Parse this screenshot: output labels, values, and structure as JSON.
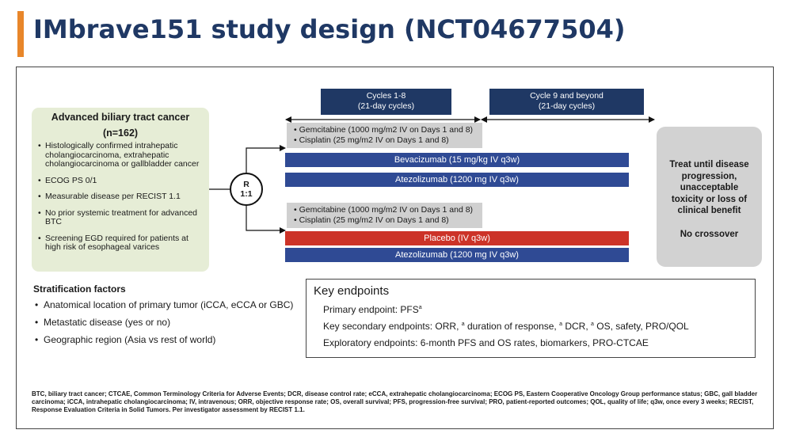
{
  "title": "IMbrave151 study design (NCT04677504)",
  "population": {
    "title": "Advanced biliary tract cancer",
    "n": "(n=162)",
    "criteria": [
      "Histologically confirmed intrahepatic cholangiocarcinoma, extrahepatic cholangiocarcinoma or gallbladder cancer",
      "ECOG PS 0/1",
      "Measurable disease per RECIST 1.1",
      "No prior systemic treatment for advanced BTC",
      "Screening EGD required for patients at high risk of esophageal varices"
    ]
  },
  "randomization": {
    "label": "R",
    "ratio": "1:1"
  },
  "cycles": [
    {
      "line1": "Cycles 1-8",
      "line2": "(21-day cycles)"
    },
    {
      "line1": "Cycle 9 and beyond",
      "line2": "(21-day cycles)"
    }
  ],
  "arms": [
    {
      "chemo": [
        "• Gemcitabine (1000 mg/m2 IV on Days 1 and 8)",
        "• Cisplatin (25 mg/m2 IV on Days 1 and 8)"
      ],
      "drug1": "Bevacizumab (15 mg/kg IV q3w)",
      "drug2": "Atezolizumab (1200 mg IV q3w)"
    },
    {
      "chemo": [
        "• Gemcitabine (1000 mg/m2 IV on Days 1 and 8)",
        "• Cisplatin (25 mg/m2 IV on Days 1 and 8)"
      ],
      "drug1": "Placebo (IV q3w)",
      "drug2": "Atezolizumab (1200 mg IV q3w)"
    }
  ],
  "treatment": {
    "lines": [
      "Treat until disease",
      "progression,",
      "unacceptable",
      "toxicity or loss of",
      "clinical benefit"
    ],
    "crossover": "No crossover"
  },
  "stratification": {
    "title": "Stratification factors",
    "items": [
      "Anatomical location of primary tumor (iCCA, eCCA or GBC)",
      "Metastatic disease (yes or no)",
      "Geographic region (Asia vs rest of world)"
    ]
  },
  "endpoints": {
    "title": "Key endpoints",
    "primary": "Primary endpoint: PFS",
    "primary_sup": "a",
    "secondary_prefix": "Key secondary endpoints: ORR, ",
    "secondary_dor": " duration of response, ",
    "secondary_dcr": " DCR, ",
    "secondary_rest": " OS, safety, PRO/QOL",
    "sup": "a",
    "exploratory": "Exploratory endpoints: 6-month PFS and OS rates, biomarkers, PRO-CTCAE"
  },
  "footnote": "BTC, biliary tract cancer; CTCAE, Common Terminology Criteria for Adverse Events; DCR, disease control rate; eCCA, extrahepatic cholangiocarcinoma; ECOG PS, Eastern Cooperative Oncology Group performance status; GBC, gall bladder carcinoma; iCCA, intrahepatic cholangiocarcinoma; IV, intravenous; ORR, objective response rate; OS, overall survival; PFS, progression-free survival; PRO, patient-reported outcomes; QOL, quality of life; q3w, once every 3 weeks; RECIST, Response Evaluation Criteria in Solid Tumors. Per investigator assessment by RECIST 1.1."
}
